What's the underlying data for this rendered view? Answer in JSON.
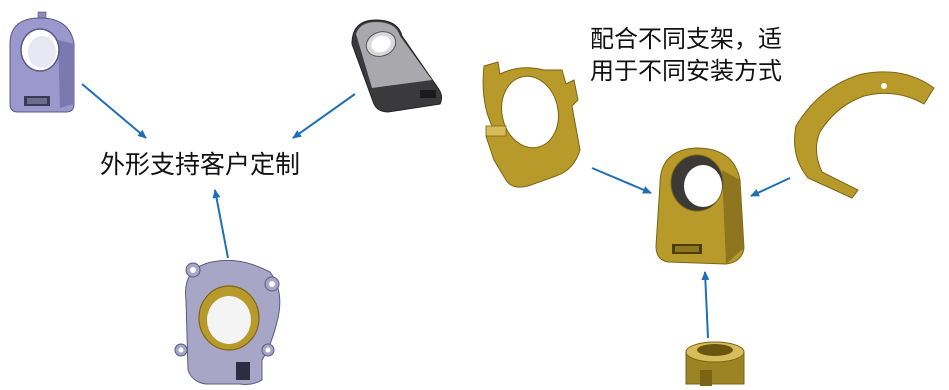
{
  "left_group": {
    "caption": "外形支持客户定制"
  },
  "right_group": {
    "caption_line1": "配合不同支架，适",
    "caption_line2": "用于不同安装方式"
  },
  "colors": {
    "arrow": "#1f6fb8",
    "purple_part": "#9a98cc",
    "gray_part": "#a9a9ad",
    "dark_part": "#3a3a3d",
    "gold_part": "#b89a2b",
    "gold_dark": "#7d6415",
    "gold_light": "#d6bd5a"
  }
}
